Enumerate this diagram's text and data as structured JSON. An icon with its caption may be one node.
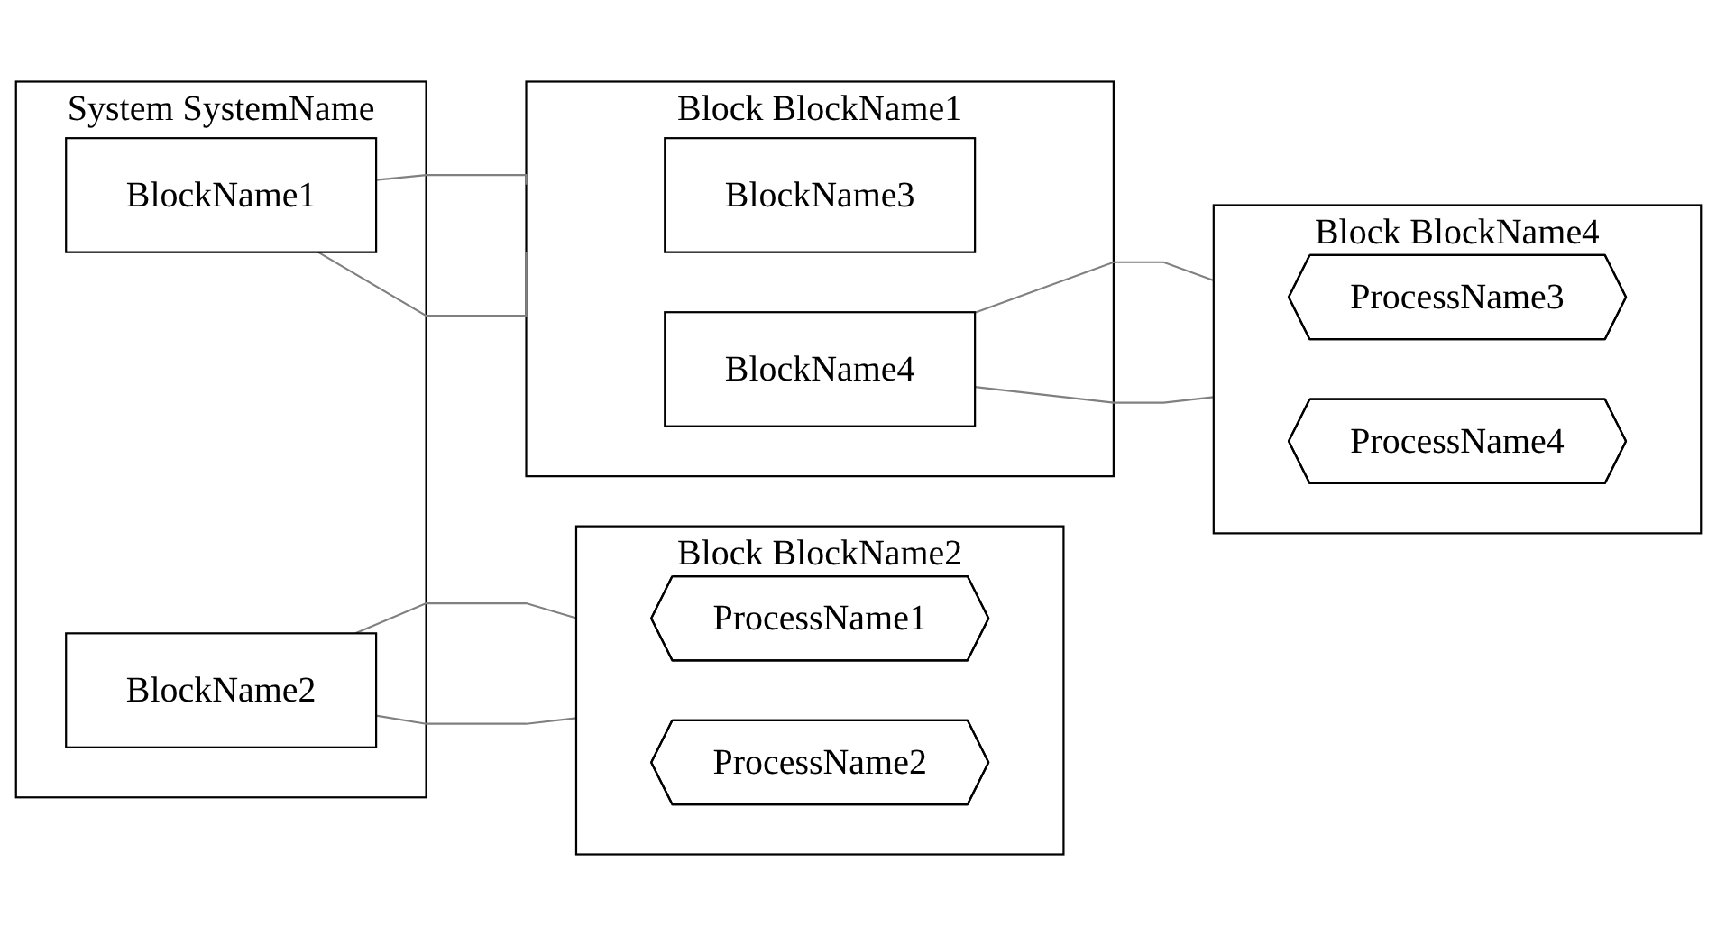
{
  "diagram": {
    "nodes": [
      {
        "text": [
          "System SystemName"
        ]
      },
      {
        "text": [
          "BlockName1"
        ],
        "in": 0
      },
      {
        "text": [
          "BlockName2"
        ],
        "in": 0
      },
      {
        "text": [
          "Block BlockName2"
        ]
      },
      {
        "text": [
          "ProcessName1"
        ],
        "in": 3
      },
      {
        "text": [
          "ProcessName2"
        ],
        "in": 3
      },
      {
        "text": [
          "Block BlockName1"
        ]
      },
      {
        "text": [
          "BlockName3"
        ],
        "in": 6
      },
      {
        "text": [
          "BlockName4"
        ],
        "in": 6
      },
      {
        "text": [
          "Block BlockName4"
        ]
      },
      {
        "text": [
          "ProcessName3"
        ],
        "in": 9
      },
      {
        "text": [
          "ProcessName4"
        ],
        "in": 9
      }
    ],
    "edges": [
      {
        "from": 2,
        "to": 3,
        "arrow": "none"
      },
      {
        "from": 2,
        "to": 3,
        "arrow": "none"
      },
      {
        "from": 1,
        "to": 6,
        "arrow": "none"
      },
      {
        "from": 1,
        "to": 6,
        "arrow": "none"
      },
      {
        "from": 8,
        "to": 9,
        "arrow": "none"
      },
      {
        "from": 8,
        "to": 9,
        "arrow": "none"
      }
    ]
  }
}
